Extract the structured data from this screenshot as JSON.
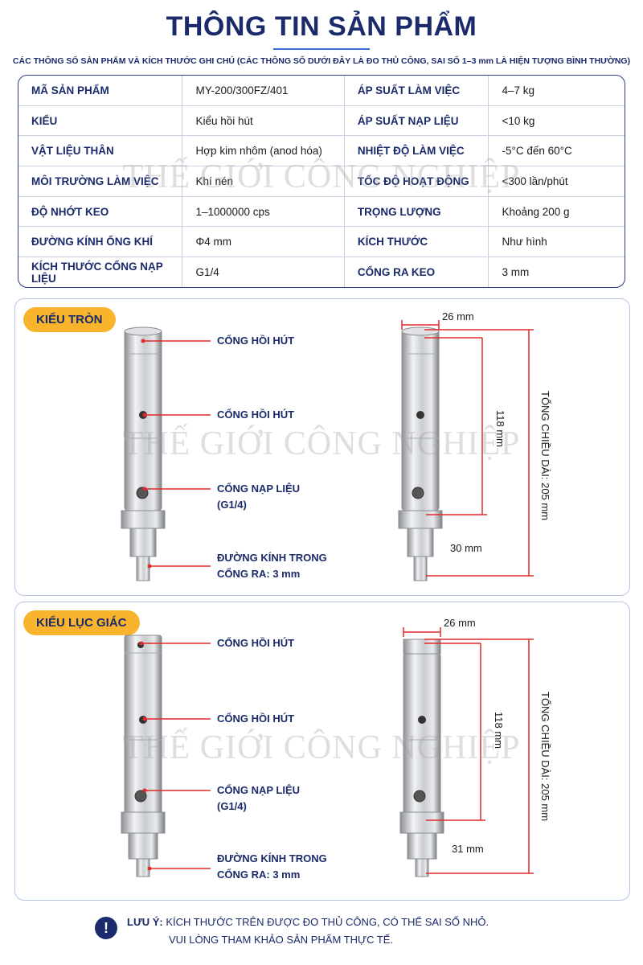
{
  "header": {
    "title": "THÔNG TIN SẢN PHẨM",
    "subtitle": "CÁC THÔNG SỐ SẢN PHẨM VÀ KÍCH THƯỚC GHI CHÚ (CÁC THÔNG SỐ DƯỚI ĐÂY LÀ ĐO THỦ CÔNG, SAI SỐ 1–3 mm LÀ HIỆN TƯỢNG BÌNH THƯỜNG)"
  },
  "specs": [
    [
      "MÃ SẢN PHẨM",
      "MY-200/300FZ/401",
      "ÁP SUẤT LÀM VIỆC",
      "4–7 kg"
    ],
    [
      "KIỂU",
      "Kiểu hồi hút",
      "ÁP SUẤT NẠP LIỆU",
      "<10 kg"
    ],
    [
      "VẬT LIỆU THÂN",
      "Hợp kim nhôm (anod hóa)",
      "NHIỆT ĐỘ LÀM VIỆC",
      "-5°C đến 60°C"
    ],
    [
      "MÔI TRƯỜNG LÀM VIỆC",
      "Khí nén",
      "TỐC ĐỘ HOẠT ĐỘNG",
      "<300 lần/phút"
    ],
    [
      "ĐỘ NHỚT KEO",
      "1–1000000 cps",
      "TRỌNG LƯỢNG",
      "Khoảng 200 g"
    ],
    [
      "ĐƯỜNG KÍNH ỐNG KHÍ",
      "Φ4 mm",
      "KÍCH THƯỚC",
      "Như hình"
    ],
    [
      "KÍCH THƯỚC CỔNG NẠP LIỆU",
      "G1/4",
      "CỔNG RA KEO",
      "3 mm"
    ]
  ],
  "watermark": "THẾ GIỚI CÔNG NGHIỆP",
  "round": {
    "badge": "KIỂU TRÒN",
    "callouts": [
      "CỔNG HỒI HÚT",
      "CỔNG HỒI HÚT",
      "CỔNG NẠP LIỆU",
      "(G1/4)",
      "ĐƯỜNG KÍNH TRONG",
      "CỔNG RA: 3 mm"
    ],
    "dim_top": "26 mm",
    "dim_mid": "118 mm",
    "dim_bottom": "30 mm",
    "dim_total": "TỔNG CHIỀU DÀI: 205 mm"
  },
  "hex": {
    "badge": "KIỂU LỤC GIÁC",
    "callouts": [
      "CỔNG HỒI HÚT",
      "CỔNG HỒI HÚT",
      "CỔNG NẠP LIỆU",
      "(G1/4)",
      "ĐƯỜNG KÍNH TRONG",
      "CỔNG RA: 3 mm"
    ],
    "dim_top": "26 mm",
    "dim_mid": "118 mm",
    "dim_bottom": "31 mm",
    "dim_total": "TỔNG CHIỀU DÀI: 205 mm"
  },
  "note": {
    "label": "LƯU Ý:",
    "line1": "KÍCH THƯỚC TRÊN ĐƯỢC ĐO THỦ CÔNG, CÓ THỂ SAI SỐ NHỎ.",
    "line2": "VUI LÒNG THAM KHẢO SẢN PHẨM THỰC TẾ."
  },
  "colors": {
    "navy": "#1b2a6b",
    "accent_red": "#e02a2a",
    "badge_yellow": "#f7b42c"
  }
}
